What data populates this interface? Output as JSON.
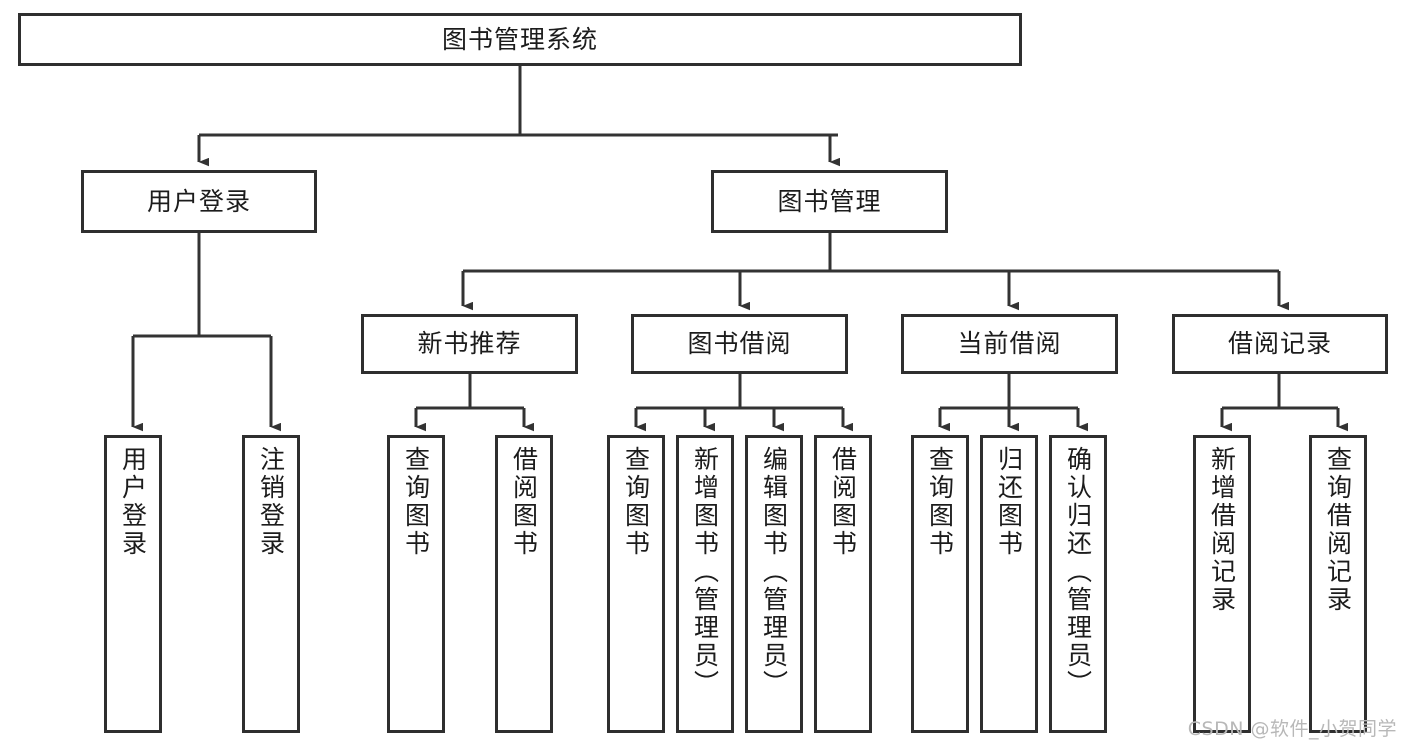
{
  "diagram": {
    "title_text": "图书管理系统",
    "type": "tree-hierarchy-diagram",
    "colors": {
      "box_border": "#2f2f2f",
      "box_fill": "#ffffff",
      "edge": "#333333",
      "text": "#1c1c1c",
      "watermark": "#b8b8b8",
      "background": "#ffffff"
    },
    "watermark": "CSDN @软件_小贺同学",
    "levels": {
      "root": {
        "label": "图书管理系统"
      },
      "level2": [
        {
          "id": "user-login",
          "label": "用户登录"
        },
        {
          "id": "book-manage",
          "label": "图书管理"
        }
      ],
      "level3": [
        {
          "id": "new-book-recommend",
          "label": "新书推荐"
        },
        {
          "id": "book-borrow",
          "label": "图书借阅"
        },
        {
          "id": "current-borrow",
          "label": "当前借阅"
        },
        {
          "id": "borrow-record",
          "label": "借阅记录"
        }
      ],
      "leaves": [
        {
          "id": "leaf-user-login",
          "label": "用户登录",
          "parent": "用户登录"
        },
        {
          "id": "leaf-logout",
          "label": "注销登录",
          "parent": "用户登录"
        },
        {
          "id": "leaf-query-book-1",
          "label": "查询图书",
          "parent": "新书推荐"
        },
        {
          "id": "leaf-borrow-book-1",
          "label": "借阅图书",
          "parent": "新书推荐"
        },
        {
          "id": "leaf-query-book-2",
          "label": "查询图书",
          "parent": "图书借阅"
        },
        {
          "id": "leaf-add-book",
          "label": "新增图书（管理员）",
          "parent": "图书借阅"
        },
        {
          "id": "leaf-edit-book",
          "label": "编辑图书（管理员）",
          "parent": "图书借阅"
        },
        {
          "id": "leaf-borrow-book-2",
          "label": "借阅图书",
          "parent": "图书借阅"
        },
        {
          "id": "leaf-query-book-3",
          "label": "查询图书",
          "parent": "当前借阅"
        },
        {
          "id": "leaf-return-book",
          "label": "归还图书",
          "parent": "当前借阅"
        },
        {
          "id": "leaf-confirm-return",
          "label": "确认归还（管理员）",
          "parent": "当前借阅"
        },
        {
          "id": "leaf-add-record",
          "label": "新增借阅记录",
          "parent": "借阅记录"
        },
        {
          "id": "leaf-query-record",
          "label": "查询借阅记录",
          "parent": "借阅记录"
        }
      ]
    }
  }
}
